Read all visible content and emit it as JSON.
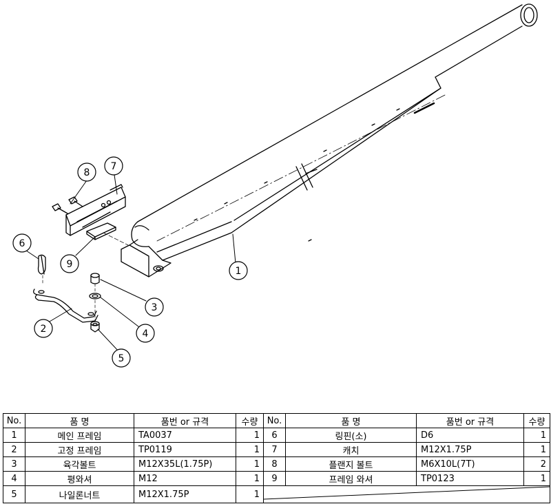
{
  "callouts": [
    "1",
    "2",
    "3",
    "4",
    "5",
    "6",
    "7",
    "8",
    "9"
  ],
  "table": {
    "headers": [
      "No.",
      "품   명",
      "품번 or 규격",
      "수량",
      "No.",
      "품   명",
      "품번 or 규격",
      "수량"
    ],
    "left_rows": [
      {
        "no": "1",
        "name": "메인 프레임",
        "spec": "TA0037",
        "qty": "1"
      },
      {
        "no": "2",
        "name": "고정 프레임",
        "spec": "TP0119",
        "qty": "1"
      },
      {
        "no": "3",
        "name": "육각볼트",
        "spec": "M12X35L(1.75P)",
        "qty": "1"
      },
      {
        "no": "4",
        "name": "평와셔",
        "spec": "M12",
        "qty": "1"
      },
      {
        "no": "5",
        "name": "나일론너트",
        "spec": "M12X1.75P",
        "qty": "1"
      }
    ],
    "right_rows": [
      {
        "no": "6",
        "name": "링핀(소)",
        "spec": "D6",
        "qty": "1"
      },
      {
        "no": "7",
        "name": "캐치",
        "spec": "M12X1.75P",
        "qty": "1"
      },
      {
        "no": "8",
        "name": "플랜지 볼트",
        "spec": "M6X10L(7T)",
        "qty": "2"
      },
      {
        "no": "9",
        "name": "프레임 와셔",
        "spec": "TP0123",
        "qty": "1"
      }
    ]
  }
}
